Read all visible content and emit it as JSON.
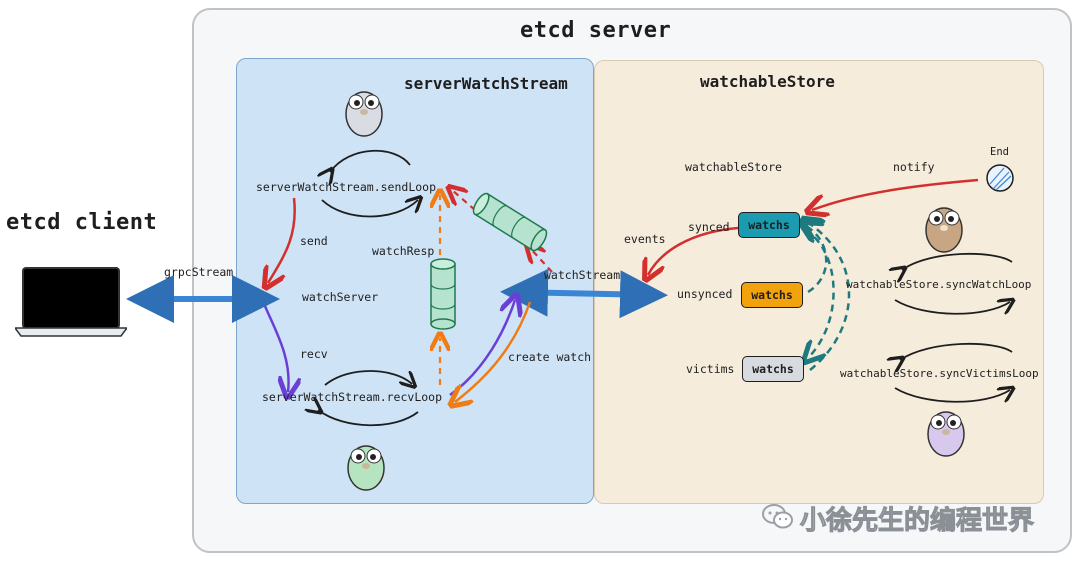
{
  "titles": {
    "server": "etcd server",
    "client": "etcd client",
    "serverWatchStream": "serverWatchStream",
    "watchableStore": "watchableStore"
  },
  "left": {
    "sendLoop": "serverWatchStream.sendLoop",
    "recvLoop": "serverWatchStream.recvLoop",
    "watchServer": "watchServer",
    "send": "send",
    "recv": "recv",
    "grpcStream": "grpcStream",
    "watchResp": "watchResp",
    "createWatch": "create watch",
    "watchStream": "watchStream"
  },
  "right": {
    "watchableStore": "watchableStore",
    "notify": "notify",
    "end": "End",
    "events": "events",
    "synced": "synced",
    "unsynced": "unsynced",
    "victims": "victims",
    "watchs": "watchs",
    "syncWatchLoop": "watchableStore.syncWatchLoop",
    "syncVictimsLoop": "watchableStore.syncVictimsLoop"
  },
  "watermark": "小徐先生的编程世界",
  "colors": {
    "synced": "#1a9bb0",
    "unsynced": "#f2a20c",
    "victims": "#d7dbe0",
    "red": "#d32f2f",
    "purple": "#6a3fd6",
    "orange": "#f07c15",
    "blue": "#3a86d4",
    "green": "#b6e3cf",
    "teal": "#1f7a80"
  },
  "icons": [
    "gopher-icon",
    "laptop-icon",
    "wechat-icon",
    "queue-icon"
  ]
}
